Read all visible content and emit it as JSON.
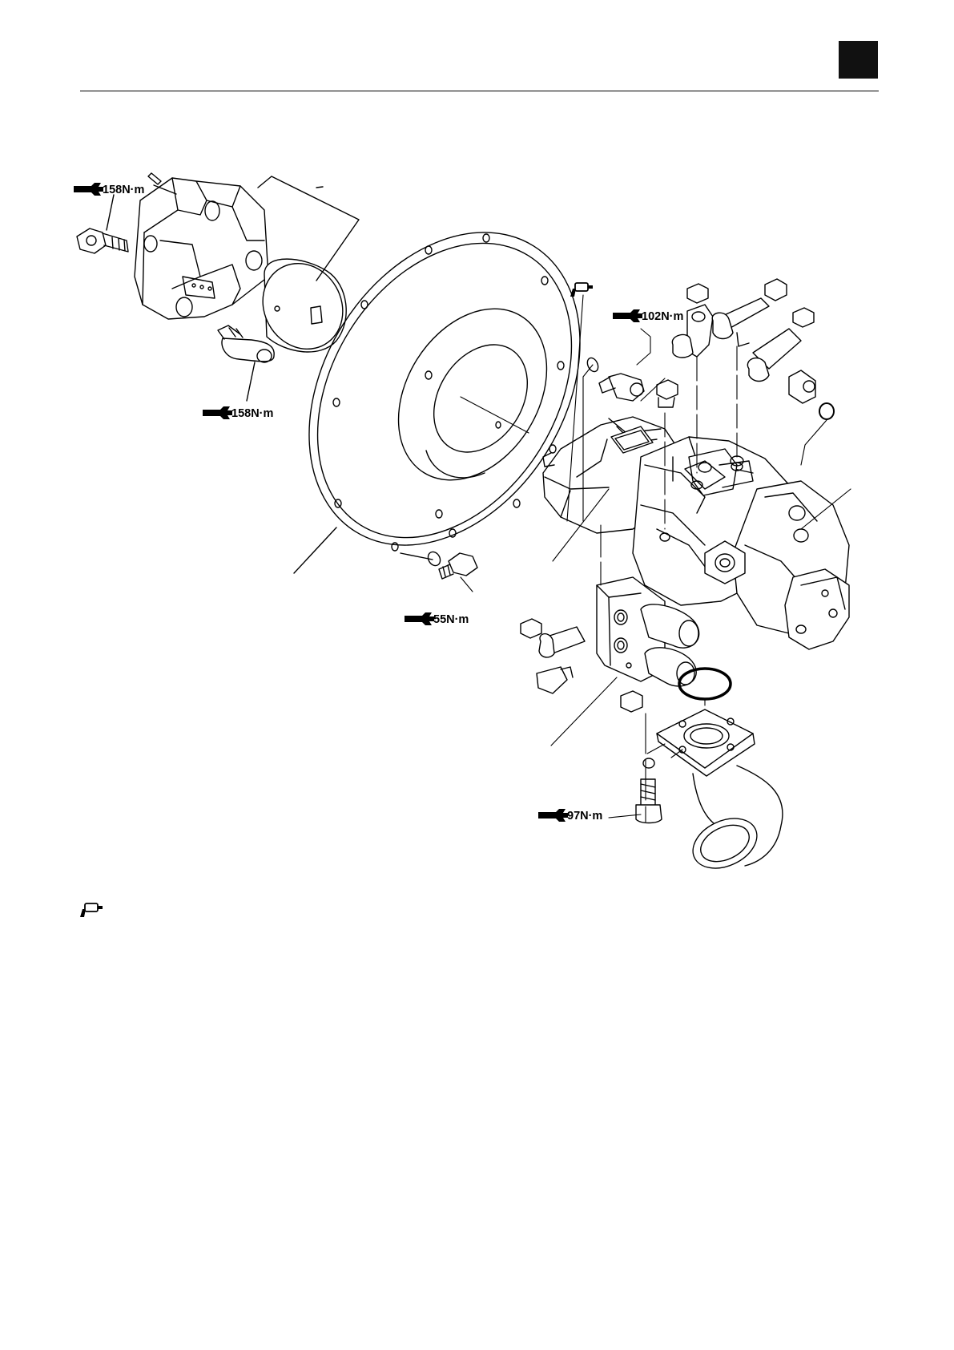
{
  "torque_labels": {
    "coupling_bolt_top": "158N·m",
    "coupling_bolt_bottom": "158N·m",
    "fitting_bolt": "102N·m",
    "flange_bolt": "55N·m",
    "suction_flange_bolt": "97N·m"
  },
  "colors": {
    "line": "#000000",
    "background": "#ffffff",
    "corner_block": "#111111"
  },
  "icons": [
    "wrench-icon",
    "grease-gun-icon"
  ]
}
